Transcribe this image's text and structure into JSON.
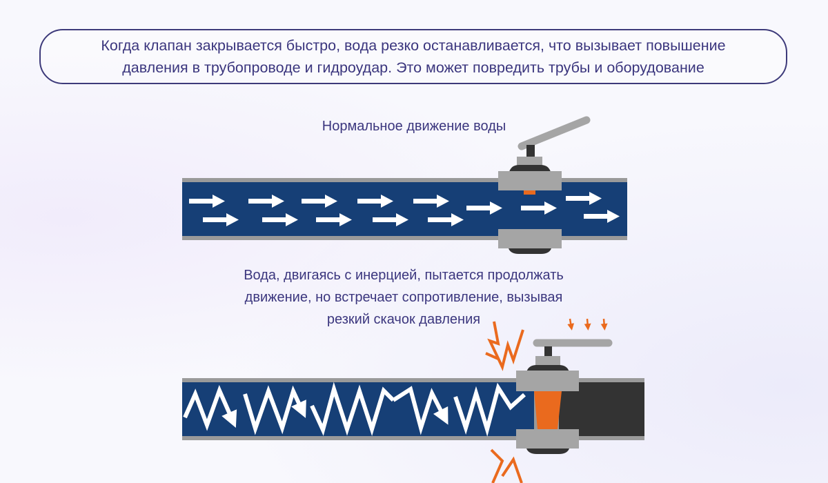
{
  "callout": {
    "line1": "Когда клапан закрывается быстро, вода резко останавливается, что вызывает повышение",
    "line2": "давления в трубопроводе и гидроудар. Это может повредить трубы и оборудование"
  },
  "top_diagram": {
    "label": "Нормальное движение воды",
    "state": "valve-open"
  },
  "bottom_diagram": {
    "label_line1": "Вода, двигаясь с инерцией, пытается продолжать",
    "label_line2": "движение, но встречает сопротивление, вызывая",
    "label_line3": "резкий скачок давления",
    "state": "valve-closed"
  },
  "colors": {
    "text": "#3b367e",
    "water": "#163f76",
    "pipe_wall": "#9a9a9a",
    "valve_body": "#a5a5a5",
    "valve_dark": "#333333",
    "gate": "#ea6a1e",
    "empty_pipe": "#333333",
    "impact": "#ea6a1e"
  }
}
